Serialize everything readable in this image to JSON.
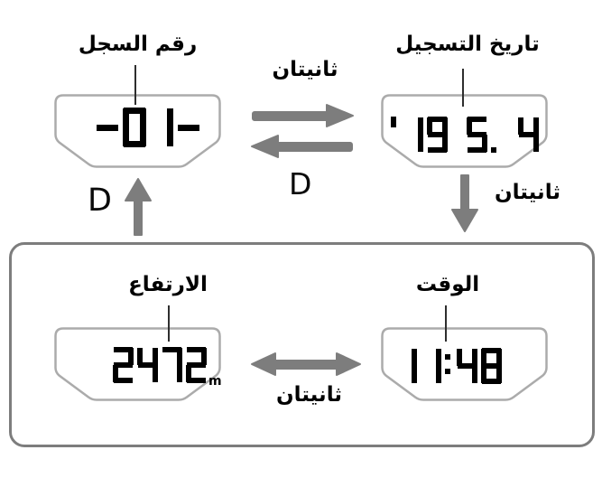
{
  "diagram": {
    "top_row": {
      "record_number": {
        "label": "رقم السجل",
        "display": "-01-"
      },
      "recording_date": {
        "label": "تاريخ التسجيل",
        "display": "'19 5. 4"
      },
      "swap": {
        "duration_label": "ثانيتان",
        "button_label": "D"
      }
    },
    "up_transition": {
      "button_label": "D"
    },
    "down_transition": {
      "duration_label": "ثانيتان"
    },
    "bottom_row": {
      "altitude": {
        "label": "الارتفاع",
        "display": "2472",
        "unit": "m"
      },
      "time": {
        "label": "الوقت",
        "display": "11:48"
      },
      "swap": {
        "duration_label": "ثانيتان"
      }
    },
    "colors": {
      "arrow": "#7d7d7d",
      "panel_outline": "#ababab",
      "box_border": "#7d7d7d",
      "text": "#000000"
    }
  }
}
